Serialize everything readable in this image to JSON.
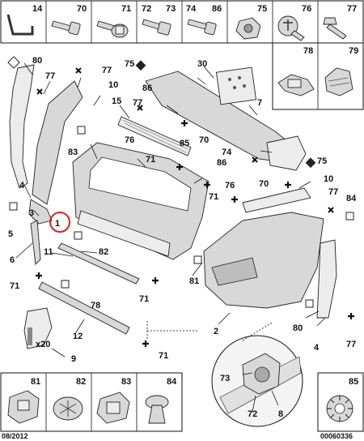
{
  "diagram": {
    "top_row_cells": [
      "14",
      "70",
      "71",
      "72",
      "73",
      "74",
      "86",
      "75",
      "76",
      "77",
      "78",
      "79"
    ],
    "bottom_row_cells": [
      "81",
      "82",
      "83",
      "84"
    ],
    "bottom_right_cell": "85",
    "callouts": {
      "c80a": "80",
      "c77a": "77",
      "c4a": "4",
      "c77b": "77",
      "c10a": "10",
      "c75a": "75",
      "c86a": "86",
      "c77c": "77",
      "c30": "30",
      "c7": "7",
      "c15": "15",
      "c76a": "76",
      "c83": "83",
      "c70a": "70",
      "c85": "85",
      "c74": "74",
      "c75b": "75",
      "c86b": "86",
      "c71a": "71",
      "c76b": "76",
      "c71b": "71",
      "c70b": "70",
      "c10b": "10",
      "c77d": "77",
      "c84": "84",
      "c3": "3",
      "c1": "1",
      "c5": "5",
      "c11": "11",
      "c82": "82",
      "c6": "6",
      "c71c": "71",
      "c81": "81",
      "c71d": "71",
      "c2": "2",
      "c78": "78",
      "c12": "12",
      "c80b": "80",
      "c4b": "4",
      "c77e": "77",
      "c71e": "71",
      "c9": "9",
      "c73": "73",
      "c72": "72",
      "c8": "8"
    },
    "x20_label": "x20",
    "date_code": "08/2012",
    "ref_code": "00060336",
    "highlight_color": "#e02020"
  }
}
